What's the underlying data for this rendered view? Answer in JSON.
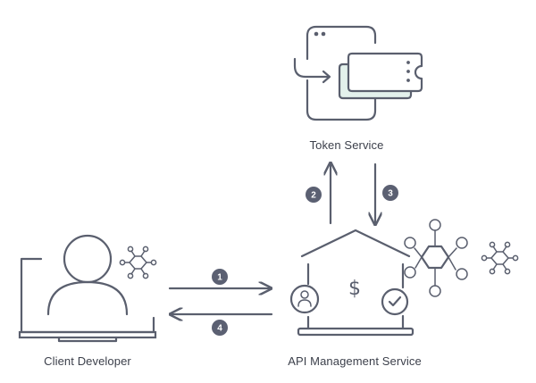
{
  "labels": {
    "token_service": "Token Service",
    "client_developer": "Client Developer",
    "api_management_service": "API Management Service"
  },
  "steps": {
    "step1": "1",
    "step2": "2",
    "step3": "3",
    "step4": "4"
  },
  "symbols": {
    "currency": "$"
  },
  "colors": {
    "stroke": "#5a5f6e",
    "badge": "#5b6072",
    "token_fill": "#e3f1ec",
    "background": "#ffffff"
  },
  "icons": [
    "token-icon",
    "client-developer-icon",
    "api-management-icon",
    "user-icon",
    "check-icon",
    "network-icon"
  ]
}
